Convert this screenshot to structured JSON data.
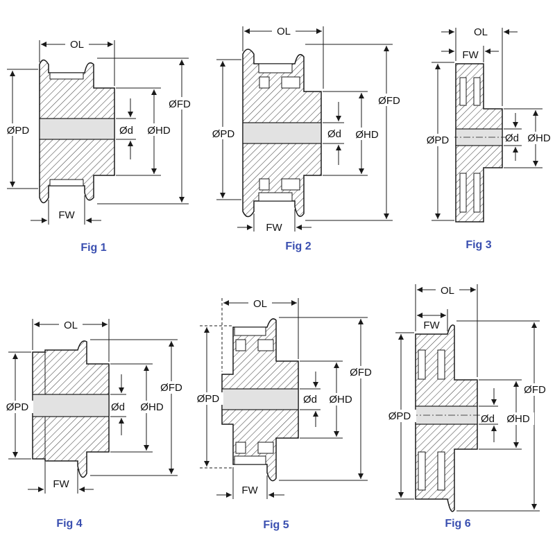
{
  "colors": {
    "caption": "#3a4fb0",
    "line": "#1a1a1a",
    "bore": "#e2e2e2",
    "hatch": "#444444"
  },
  "labels": {
    "od": "OL",
    "fw": "FW",
    "pd": "ØPD",
    "fd": "ØFD",
    "hd": "ØHD",
    "d": "Ød"
  },
  "figures": [
    {
      "caption": "Fig 1"
    },
    {
      "caption": "Fig 2"
    },
    {
      "caption": "Fig 3"
    },
    {
      "caption": "Fig 4"
    },
    {
      "caption": "Fig 5"
    },
    {
      "caption": "Fig 6"
    }
  ]
}
